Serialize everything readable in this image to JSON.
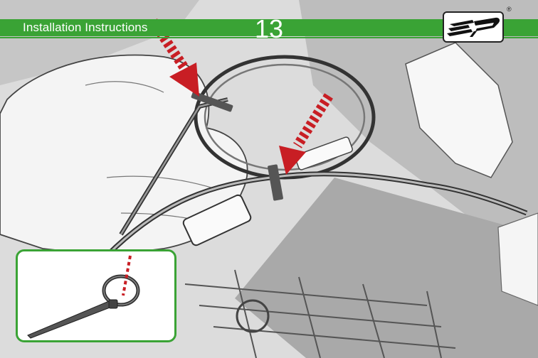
{
  "header": {
    "title": "Installation Instructions",
    "page_number": "13",
    "accent_color": "#3aa335"
  },
  "logo": {
    "icon": "ep-logo-icon",
    "lettering": "ep",
    "mark": "®"
  },
  "photo": {
    "icon": "wiring-harness-photo-icon",
    "arrow_color": "#c81e24"
  },
  "inset": {
    "icon": "cable-tie-icon"
  }
}
